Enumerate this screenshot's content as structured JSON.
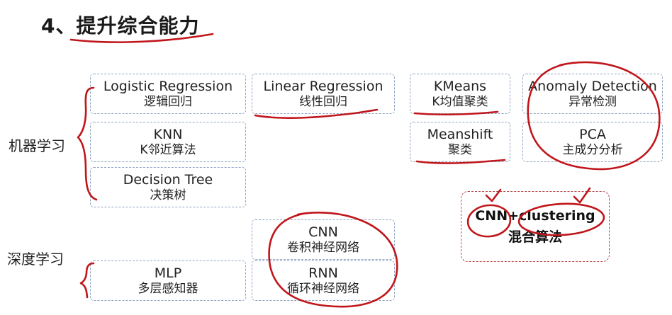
{
  "title": "4、提升综合能力",
  "categories": {
    "ml": "机器学习",
    "dl": "深度学习"
  },
  "boxes": {
    "logistic": {
      "en": "Logistic Regression",
      "cn": "逻辑回归"
    },
    "linear": {
      "en": "Linear Regression",
      "cn": "线性回归"
    },
    "kmeans": {
      "en": "KMeans",
      "cn": "K均值聚类"
    },
    "anomaly": {
      "en": "Anomaly Detection",
      "cn": "异常检测"
    },
    "knn": {
      "en": "KNN",
      "cn": "K邻近算法"
    },
    "meanshift": {
      "en": "Meanshift",
      "cn": "聚类"
    },
    "pca": {
      "en": "PCA",
      "cn": "主成分分析"
    },
    "dtree": {
      "en": "Decision Tree",
      "cn": "决策树"
    },
    "cnn": {
      "en": "CNN",
      "cn": "卷积神经网络"
    },
    "mlp": {
      "en": "MLP",
      "cn": "多层感知器"
    },
    "rnn": {
      "en": "RNN",
      "cn": "循环神经网络"
    }
  },
  "hybrid": {
    "en": "CNN+clustering",
    "cn": "混合算法"
  },
  "colors": {
    "annotation": "#c0161b",
    "box_border": "#8fa3c3",
    "hybrid_border": "#b54a4a"
  }
}
